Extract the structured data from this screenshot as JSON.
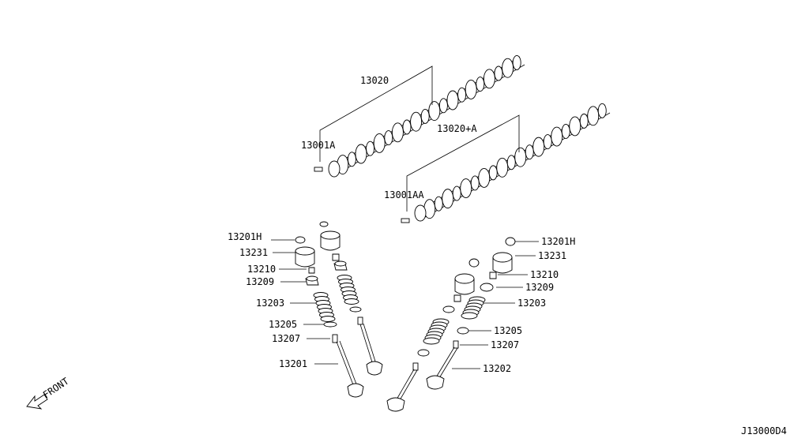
{
  "diagram": {
    "code": "J13000D4",
    "front_label": "FRONT",
    "labels": {
      "l13020": "13020",
      "l13001A": "13001A",
      "l13020A": "13020+A",
      "l13001AA": "13001AA",
      "l13201H_l": "13201H",
      "l13231_l": "13231",
      "l13210_l": "13210",
      "l13209_l": "13209",
      "l13203_l": "13203",
      "l13205_l": "13205",
      "l13207_l": "13207",
      "l13201": "13201",
      "l13201H_r": "13201H",
      "l13231_r": "13231",
      "l13210_r": "13210",
      "l13209_r": "13209",
      "l13203_r": "13203",
      "l13205_r": "13205",
      "l13207_r": "13207",
      "l13202": "13202"
    }
  }
}
